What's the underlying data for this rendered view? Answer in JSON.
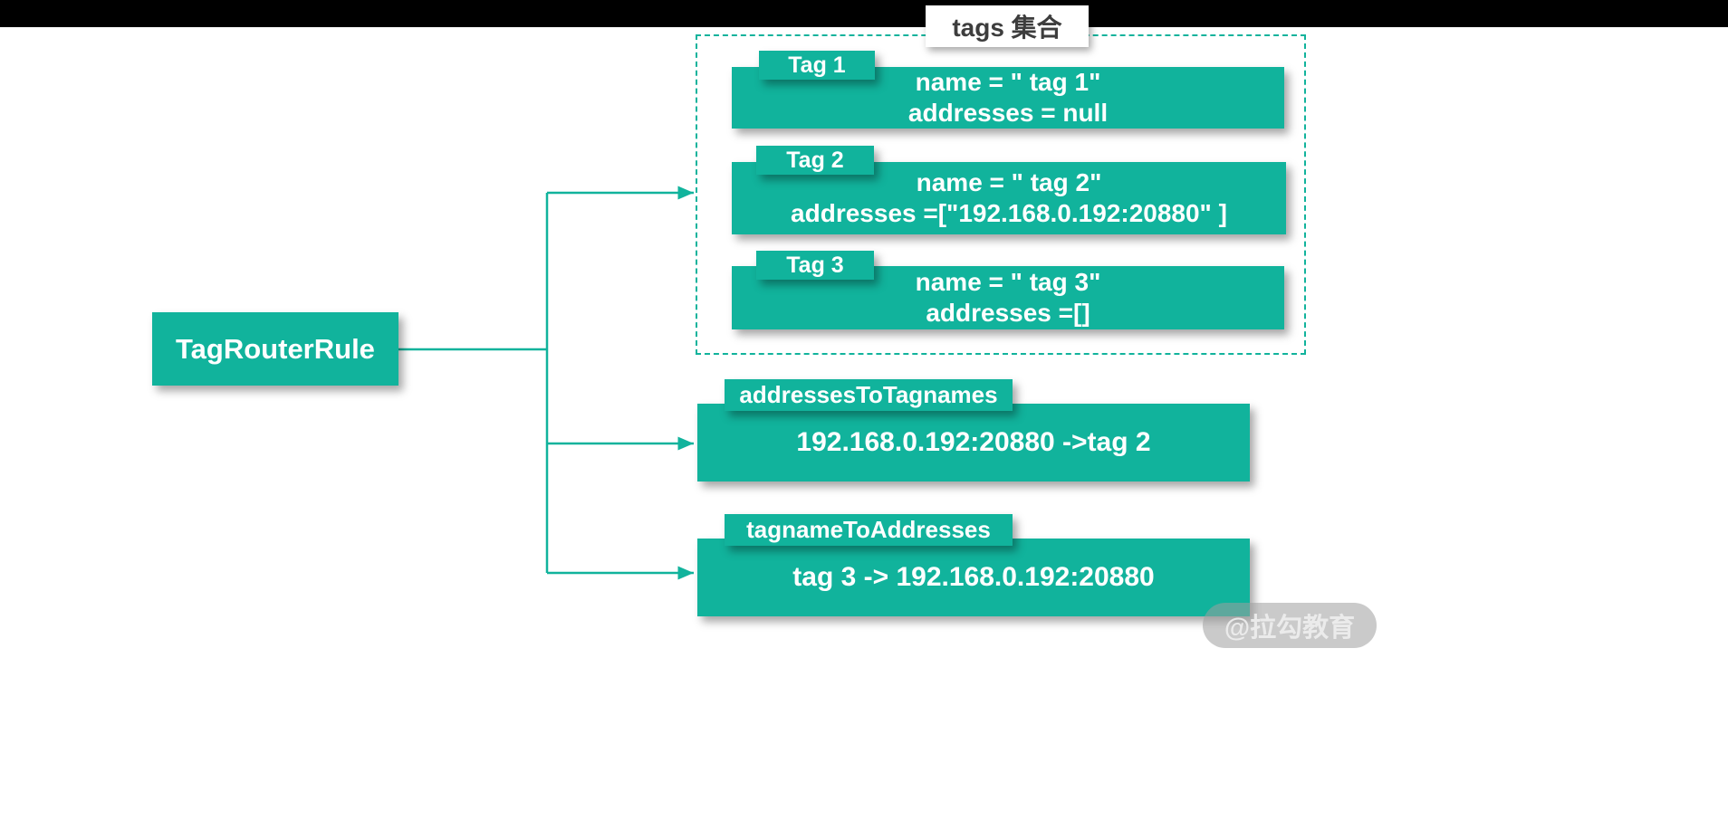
{
  "colors": {
    "teal": "#11b39c",
    "top_bar": "#000000",
    "group_title_text": "#3d3d3d"
  },
  "tags_group": {
    "title": "tags 集合",
    "tags": [
      {
        "label": "Tag 1",
        "line1": "name = \" tag 1\"",
        "line2": "addresses = null"
      },
      {
        "label": "Tag 2",
        "line1": "name = \" tag 2\"",
        "line2": "addresses =[\"192.168.0.192:20880\" ]"
      },
      {
        "label": "Tag 3",
        "line1": "name = \" tag 3\"",
        "line2": "addresses =[]"
      }
    ]
  },
  "root": {
    "label": "TagRouterRule"
  },
  "maps": [
    {
      "label": "addressesToTagnames",
      "value": "192.168.0.192:20880 ->tag 2"
    },
    {
      "label": "tagnameToAddresses",
      "value": "tag 3 -> 192.168.0.192:20880"
    }
  ],
  "watermark": "@拉勾教育"
}
